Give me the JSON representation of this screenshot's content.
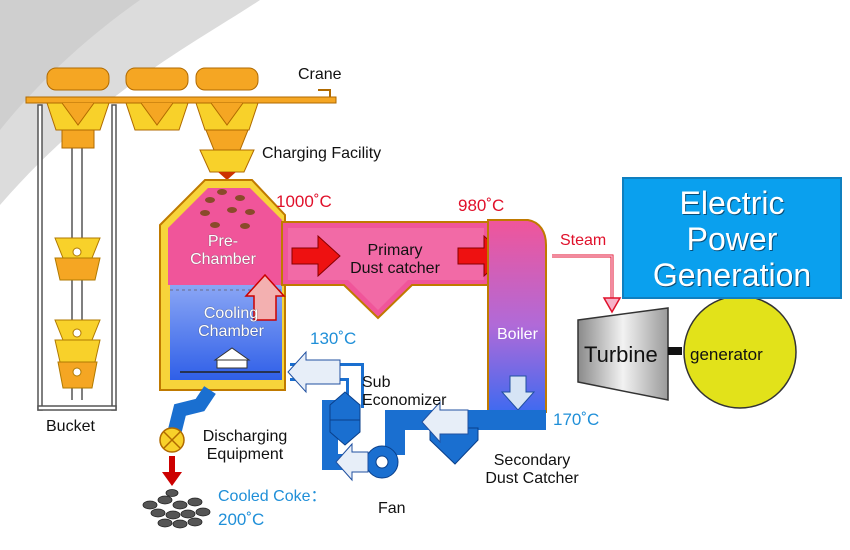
{
  "labels": {
    "crane": "Crane",
    "charging_facility": "Charging Facility",
    "temp_1000": "1000˚C",
    "temp_980": "980˚C",
    "steam": "Steam",
    "pre_chamber": "Pre-\nChamber",
    "primary_dust_catcher": "Primary\nDust catcher",
    "cooling_chamber": "Cooling\nChamber",
    "temp_130": "130˚C",
    "boiler": "Boiler",
    "sub_economizer": "Sub\nEconomizer",
    "temp_170": "170˚C",
    "bucket": "Bucket",
    "discharging_equipment": "Discharging\nEquipment",
    "secondary_dust_catcher": "Secondary\nDust Catcher",
    "cooled_coke": "Cooled Coke：",
    "temp_200": "200˚C",
    "fan": "Fan",
    "turbine": "Turbine",
    "generator": "generator",
    "electric_power_generation": "Electric\nPower\nGeneration"
  },
  "colors": {
    "hot_gas": "#f0559a",
    "cool_gas": "#2f6fe8",
    "duct_blue": "#1a6fd0",
    "bucket_orange": "#f5a623",
    "bucket_yellow": "#f8d12a",
    "arrow_red": "#ee1111",
    "accent_blue_box": "#0aa0ee",
    "generator_yellow": "#e2e21a"
  }
}
